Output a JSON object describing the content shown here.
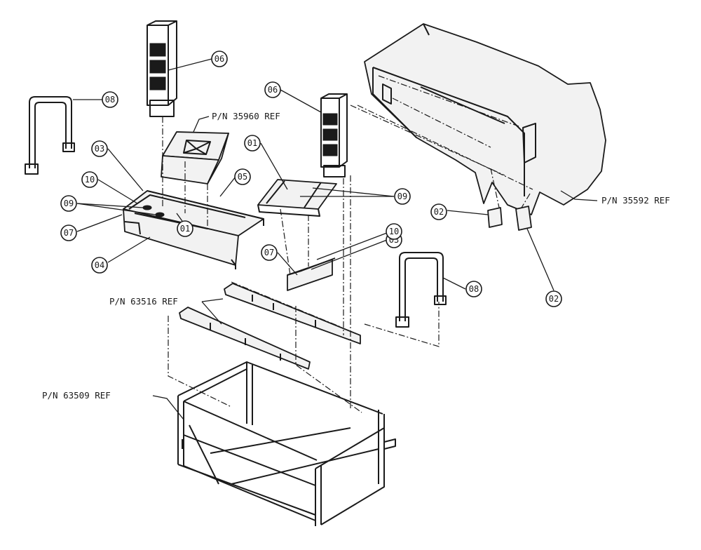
{
  "callouts": [
    "06",
    "06",
    "08",
    "08",
    "03",
    "03",
    "10",
    "10",
    "09",
    "09",
    "07",
    "07",
    "01",
    "01",
    "05",
    "04",
    "02",
    "02"
  ],
  "references": [
    "P/N 35960 REF",
    "P/N 35592 REF",
    "P/N 63516 REF",
    "P/N 63509 REF"
  ],
  "colors": {
    "line": "#1a1a1a",
    "paper": "#ffffff",
    "shade": "#f2f2f2"
  }
}
